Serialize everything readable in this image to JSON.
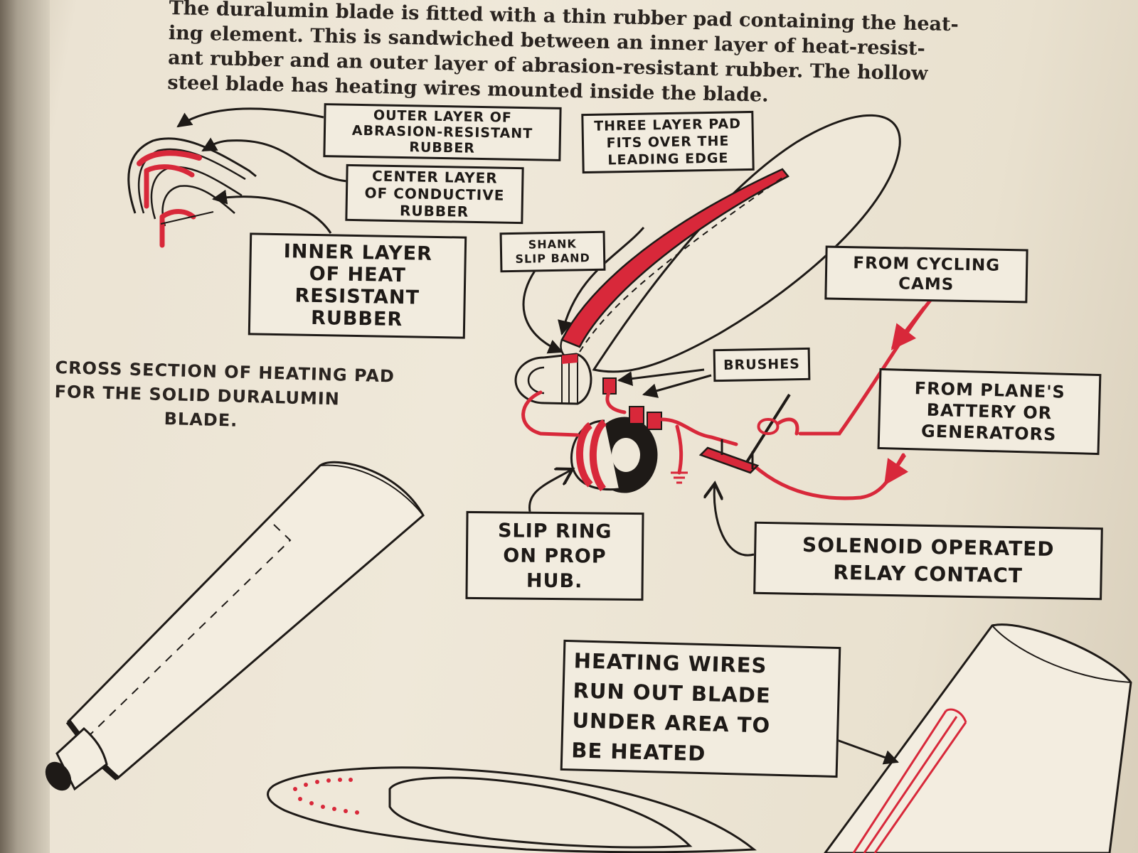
{
  "paragraph": {
    "lines": [
      "The duralumin blade is fitted with a thin rubber pad containing the heat-",
      "ing element. This is sandwiched between an inner layer of heat-resist-",
      "ant rubber and an outer layer of abrasion-resistant rubber. The hollow",
      "steel blade has heating wires mounted inside the blade."
    ]
  },
  "labels": {
    "outer_layer": [
      "OUTER LAYER OF",
      "ABRASION-RESISTANT",
      "RUBBER"
    ],
    "center_layer": [
      "CENTER LAYER",
      "OF CONDUCTIVE",
      "RUBBER"
    ],
    "inner_layer": [
      "INNER LAYER",
      "OF HEAT",
      "RESISTANT",
      "RUBBER"
    ],
    "three_layer_pad": [
      "THREE LAYER PAD",
      "FITS OVER THE",
      "LEADING EDGE"
    ],
    "shank_slip_band": [
      "SHANK",
      "SLIP BAND"
    ],
    "from_cycling_cams": [
      "FROM CYCLING",
      "CAMS"
    ],
    "brushes": [
      "BRUSHES"
    ],
    "from_battery": [
      "FROM PLANE'S",
      "BATTERY OR",
      "GENERATORS"
    ],
    "slip_ring": [
      "SLIP RING",
      "ON PROP",
      "HUB."
    ],
    "solenoid_relay": [
      "SOLENOID OPERATED",
      "RELAY CONTACT"
    ],
    "heating_wires": [
      "HEATING WIRES",
      "RUN OUT BLADE",
      "UNDER AREA TO",
      "BE HEATED"
    ]
  },
  "caption": [
    "CROSS SECTION OF HEATING PAD",
    "FOR THE SOLID DURALUMIN",
    "BLADE."
  ],
  "colors": {
    "accent_red": "#d8283a",
    "ink": "#1e1a17",
    "paper": "#efe8d9"
  }
}
